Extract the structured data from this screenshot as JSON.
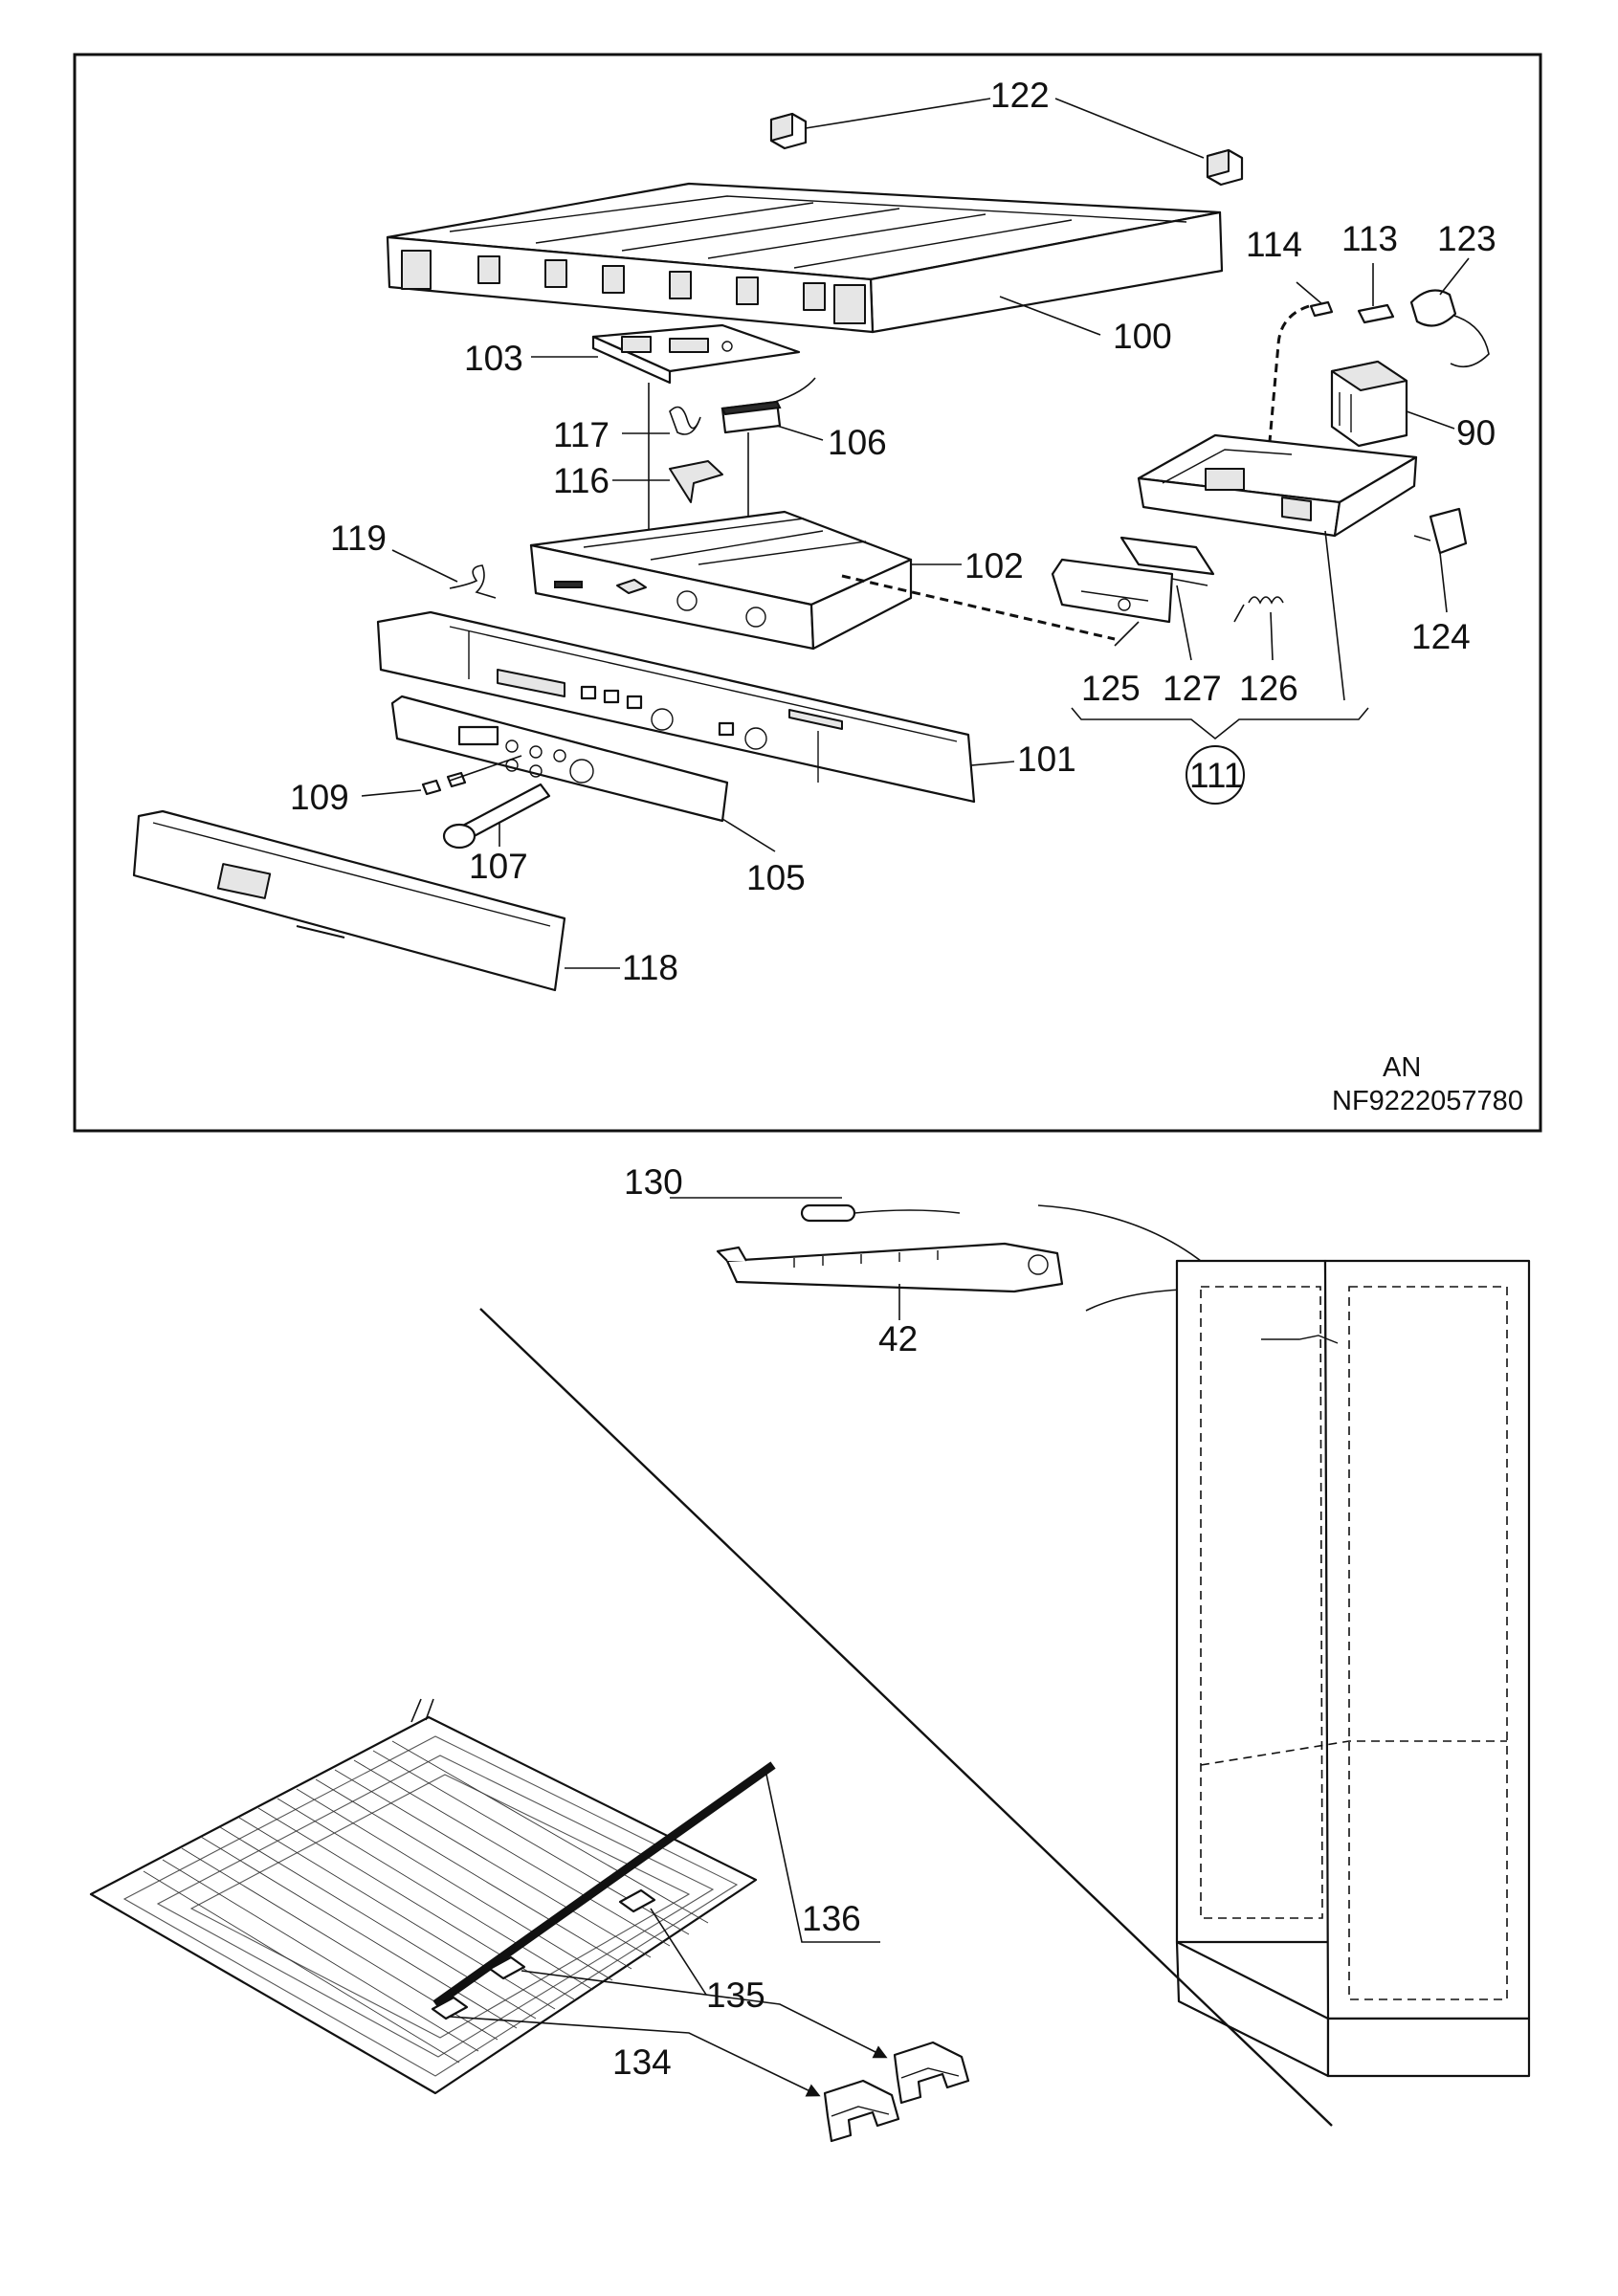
{
  "callouts": {
    "c122": "122",
    "c100": "100",
    "c103": "103",
    "c117": "117",
    "c106": "106",
    "c116": "116",
    "c119": "119",
    "c102": "102",
    "c101": "101",
    "c109": "109",
    "c107": "107",
    "c105": "105",
    "c118": "118",
    "c114": "114",
    "c113": "113",
    "c123": "123",
    "c90": "90",
    "c124": "124",
    "c125": "125",
    "c127": "127",
    "c126": "126",
    "c111": "111",
    "c130": "130",
    "c42": "42",
    "c136": "136",
    "c135": "135",
    "c134": "134"
  },
  "drawing_code": {
    "line1": "AN",
    "line2": "NF9222057780"
  },
  "colors": {
    "line": "#111111",
    "background": "#ffffff",
    "shade": "#e6e6e6"
  }
}
